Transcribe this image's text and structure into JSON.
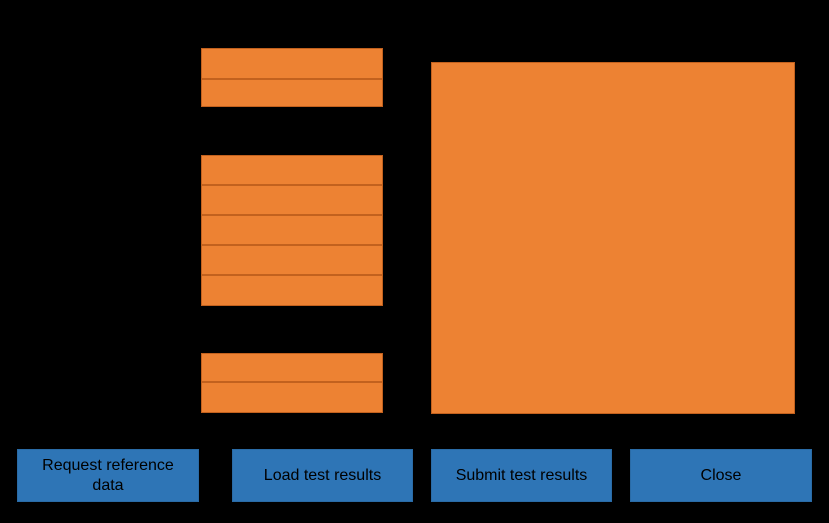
{
  "window": {
    "background_color": "#000000",
    "accent_color": "#2E75B6",
    "redaction_color": "#ED8233",
    "redaction_border_color": "#C2611E"
  },
  "form": {
    "left_column": {
      "groups": [
        {
          "name": "header-fields",
          "rows": [
            {
              "label": "",
              "value": ""
            },
            {
              "label": "",
              "value": ""
            }
          ]
        },
        {
          "name": "detail-fields",
          "rows": [
            {
              "label": "",
              "value": ""
            },
            {
              "label": "",
              "value": ""
            },
            {
              "label": "",
              "value": ""
            },
            {
              "label": "",
              "value": ""
            },
            {
              "label": "",
              "value": ""
            }
          ]
        },
        {
          "name": "footer-fields",
          "rows": [
            {
              "label": "",
              "value": ""
            },
            {
              "label": "",
              "value": ""
            }
          ]
        }
      ]
    },
    "right_panel": {
      "name": "results-panel",
      "content": ""
    }
  },
  "actions": {
    "buttons": [
      {
        "id": "request-reference-data",
        "label": "Request reference\ndata"
      },
      {
        "id": "load-test-results",
        "label": "Load test results"
      },
      {
        "id": "submit-test-results",
        "label": "Submit test results"
      },
      {
        "id": "close",
        "label": "Close"
      }
    ]
  }
}
